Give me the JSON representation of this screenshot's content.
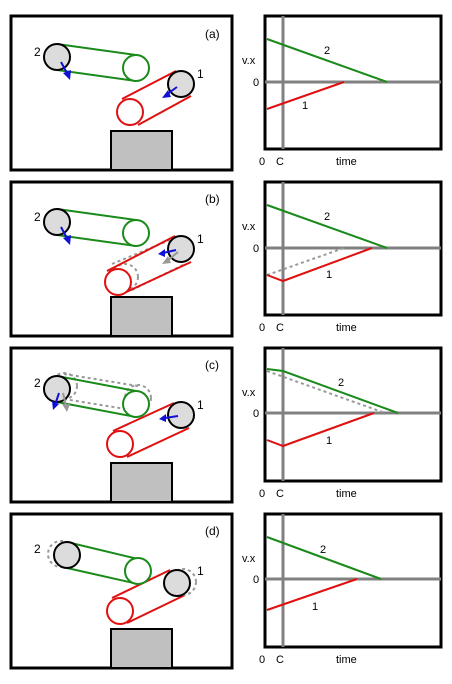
{
  "colors": {
    "green": "#1a8a1a",
    "red": "#e01010",
    "blue": "#1010d8",
    "gray_dash": "#999999",
    "axis": "#808080",
    "frame": "#000000",
    "base_fill": "#c0c0c0",
    "pulley_fill": "#dcdcdc"
  },
  "rows": [
    {
      "tag": "(a)",
      "arm_labels": [
        "2",
        "1"
      ],
      "graph": {
        "ylabel": "v.x",
        "zero": "0",
        "origin": "0",
        "c_label": "C",
        "xlabel": "time",
        "curve_labels": [
          "2",
          "1"
        ]
      }
    },
    {
      "tag": "(b)",
      "arm_labels": [
        "2",
        "1"
      ],
      "graph": {
        "ylabel": "v.x",
        "zero": "0",
        "origin": "0",
        "c_label": "C",
        "xlabel": "time",
        "curve_labels": [
          "2",
          "1"
        ]
      }
    },
    {
      "tag": "(c)",
      "arm_labels": [
        "2",
        "1"
      ],
      "graph": {
        "ylabel": "v.x",
        "zero": "0",
        "origin": "0",
        "c_label": "C",
        "xlabel": "time",
        "curve_labels": [
          "2",
          "1"
        ]
      }
    },
    {
      "tag": "(d)",
      "arm_labels": [
        "2",
        "1"
      ],
      "graph": {
        "ylabel": "v.x",
        "zero": "0",
        "origin": "0",
        "c_label": "C",
        "xlabel": "time",
        "curve_labels": [
          "2",
          "1"
        ]
      }
    }
  ]
}
